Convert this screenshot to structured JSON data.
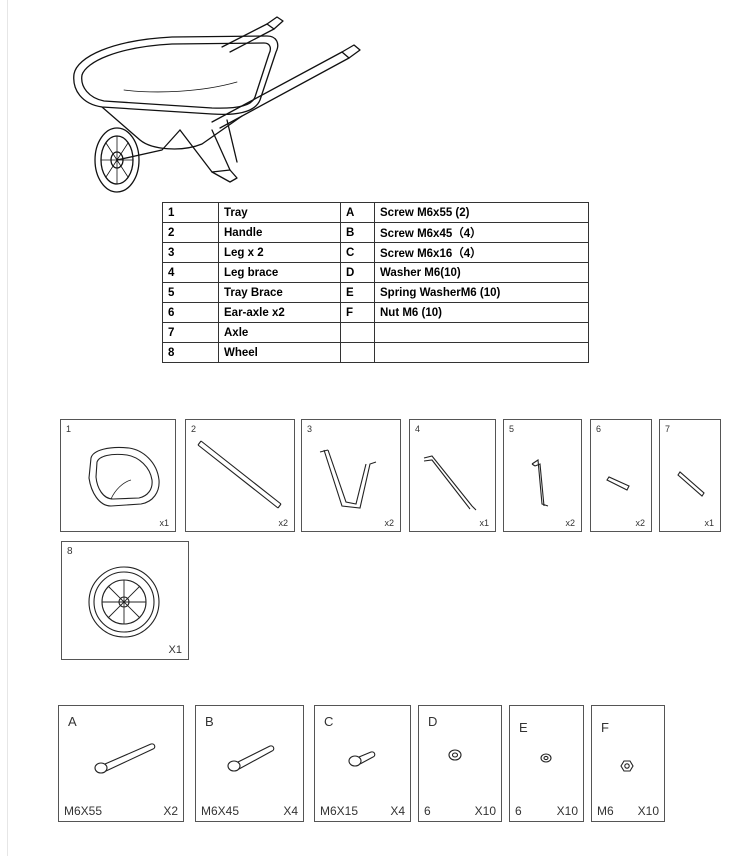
{
  "parts_table": {
    "rows": [
      {
        "num": "1",
        "name": "Tray",
        "letter": "A",
        "desc": "Screw M6x55 (2)"
      },
      {
        "num": "2",
        "name": "Handle",
        "letter": "B",
        "desc": "Screw M6x45（4）"
      },
      {
        "num": "3",
        "name": "Leg x 2",
        "letter": "C",
        "desc": "Screw M6x16（4）"
      },
      {
        "num": "4",
        "name": "Leg brace",
        "letter": "D",
        "desc": "Washer    M6(10)"
      },
      {
        "num": "5",
        "name": "Tray Brace",
        "letter": "E",
        "desc": "Spring WasherM6 (10)"
      },
      {
        "num": "6",
        "name": "Ear-axle x2",
        "letter": "F",
        "desc": "Nut M6 (10)"
      },
      {
        "num": "7",
        "name": "Axle",
        "letter": "",
        "desc": ""
      },
      {
        "num": "8",
        "name": "Wheel",
        "letter": "",
        "desc": ""
      }
    ]
  },
  "parts": [
    {
      "num": "1",
      "qty": "x1",
      "icon": "tray-icon"
    },
    {
      "num": "2",
      "qty": "x2",
      "icon": "handle-icon"
    },
    {
      "num": "3",
      "qty": "x2",
      "icon": "leg-icon"
    },
    {
      "num": "4",
      "qty": "x1",
      "icon": "leg-brace-icon"
    },
    {
      "num": "5",
      "qty": "x2",
      "icon": "tray-brace-icon"
    },
    {
      "num": "6",
      "qty": "x2",
      "icon": "ear-axle-icon"
    },
    {
      "num": "7",
      "qty": "x1",
      "icon": "axle-icon"
    },
    {
      "num": "8",
      "qty": "X1",
      "icon": "wheel-icon"
    }
  ],
  "hardware": [
    {
      "letter": "A",
      "size": "M6X55",
      "qty": "X2",
      "icon": "long-screw-icon"
    },
    {
      "letter": "B",
      "size": "M6X45",
      "qty": "X4",
      "icon": "screw-icon"
    },
    {
      "letter": "C",
      "size": "M6X15",
      "qty": "X4",
      "icon": "short-screw-icon"
    },
    {
      "letter": "D",
      "size": "6",
      "qty": "X10",
      "icon": "washer-icon"
    },
    {
      "letter": "E",
      "size": "6",
      "qty": "X10",
      "icon": "spring-washer-icon"
    },
    {
      "letter": "F",
      "size": "M6",
      "qty": "X10",
      "icon": "nut-icon"
    }
  ]
}
